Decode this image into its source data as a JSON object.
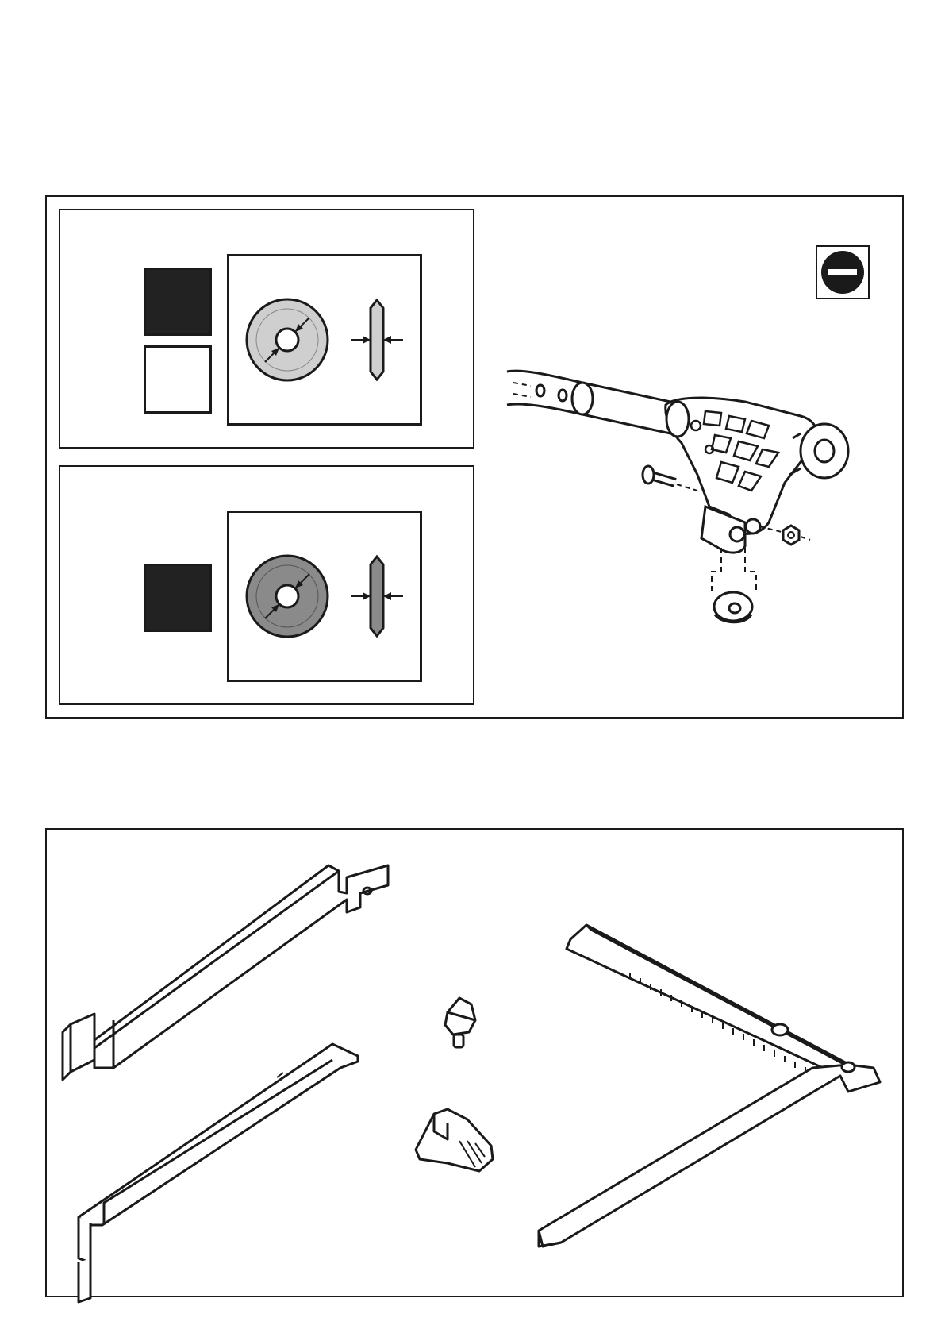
{
  "document": {
    "type": "assembly-illustration-page",
    "colors": {
      "line": "#1a1a1a",
      "swatch_dark": "#222222",
      "swatch_light": "#ffffff",
      "disc_light": "#cfcfcf",
      "disc_dark": "#8a8a8a"
    }
  },
  "figures": {
    "top_panel": {
      "option_light": {
        "swatches": [
          "dark",
          "light"
        ],
        "disc_shade": "light"
      },
      "option_dark": {
        "swatches": [
          "dark"
        ],
        "disc_shade": "dark"
      },
      "indicator_icon": "minus-circle-icon"
    },
    "bottom_panel": {
      "parts": [
        "long-bracket",
        "short-bracket",
        "thumb-knob",
        "clamp-block",
        "angle-ruler"
      ]
    }
  }
}
